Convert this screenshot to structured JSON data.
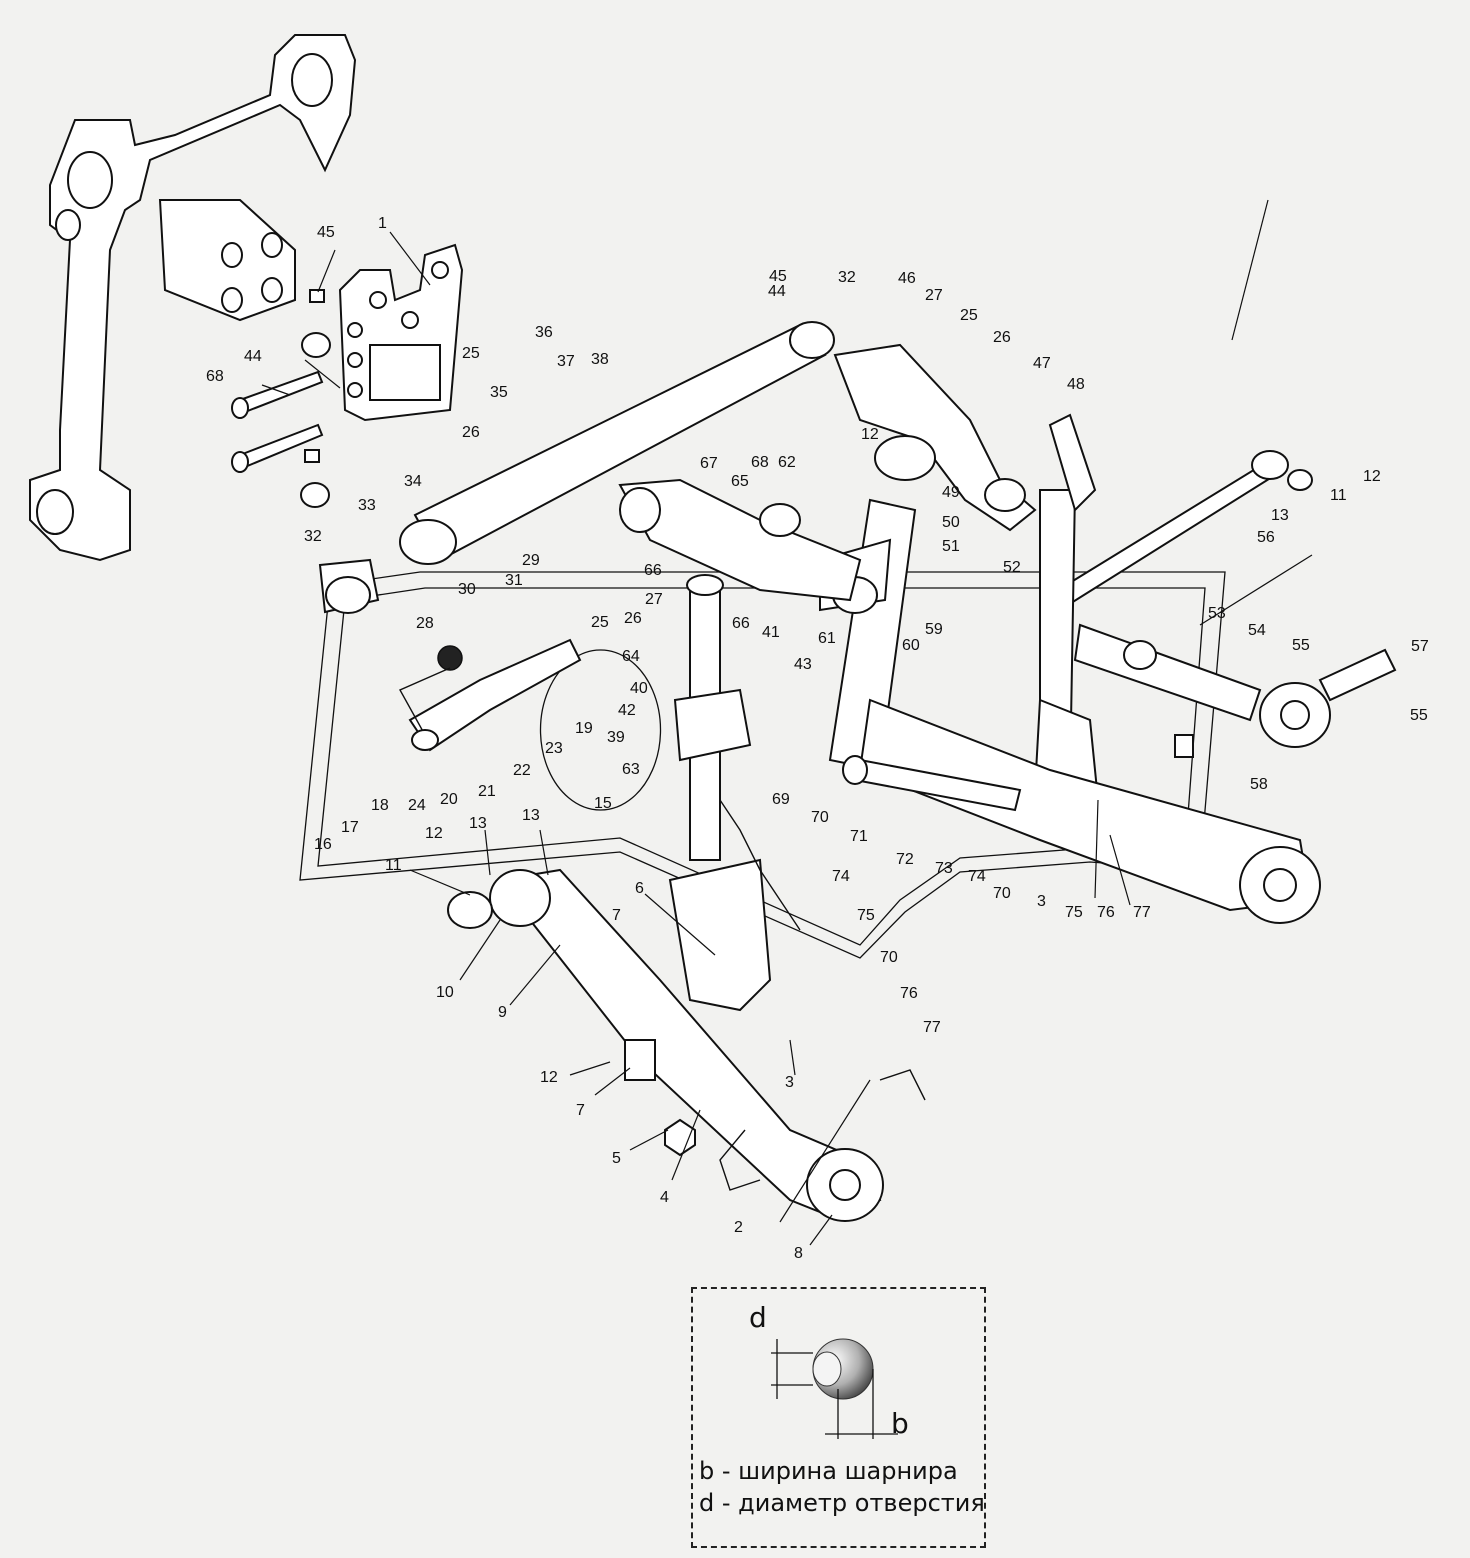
{
  "diagram": {
    "callouts": [
      {
        "id": "c1",
        "text": "1"
      },
      {
        "id": "c2",
        "text": "2"
      },
      {
        "id": "c3a",
        "text": "3"
      },
      {
        "id": "c3b",
        "text": "3"
      },
      {
        "id": "c4",
        "text": "4"
      },
      {
        "id": "c5",
        "text": "5"
      },
      {
        "id": "c6",
        "text": "6"
      },
      {
        "id": "c7a",
        "text": "7"
      },
      {
        "id": "c7b",
        "text": "7"
      },
      {
        "id": "c8",
        "text": "8"
      },
      {
        "id": "c9",
        "text": "9"
      },
      {
        "id": "c10",
        "text": "10"
      },
      {
        "id": "c11a",
        "text": "11"
      },
      {
        "id": "c11b",
        "text": "11"
      },
      {
        "id": "c12a",
        "text": "12"
      },
      {
        "id": "c12b",
        "text": "12"
      },
      {
        "id": "c12c",
        "text": "12"
      },
      {
        "id": "c12d",
        "text": "12"
      },
      {
        "id": "c13a",
        "text": "13"
      },
      {
        "id": "c13b",
        "text": "13"
      },
      {
        "id": "c13c",
        "text": "13"
      },
      {
        "id": "c15",
        "text": "15"
      },
      {
        "id": "c16",
        "text": "16"
      },
      {
        "id": "c17",
        "text": "17"
      },
      {
        "id": "c18",
        "text": "18"
      },
      {
        "id": "c19",
        "text": "19"
      },
      {
        "id": "c20",
        "text": "20"
      },
      {
        "id": "c21",
        "text": "21"
      },
      {
        "id": "c22",
        "text": "22"
      },
      {
        "id": "c23",
        "text": "23"
      },
      {
        "id": "c24",
        "text": "24"
      },
      {
        "id": "c25a",
        "text": "25"
      },
      {
        "id": "c25b",
        "text": "25"
      },
      {
        "id": "c25c",
        "text": "25"
      },
      {
        "id": "c26a",
        "text": "26"
      },
      {
        "id": "c26b",
        "text": "26"
      },
      {
        "id": "c26c",
        "text": "26"
      },
      {
        "id": "c27a",
        "text": "27"
      },
      {
        "id": "c27b",
        "text": "27"
      },
      {
        "id": "c28",
        "text": "28"
      },
      {
        "id": "c29",
        "text": "29"
      },
      {
        "id": "c30",
        "text": "30"
      },
      {
        "id": "c31",
        "text": "31"
      },
      {
        "id": "c32a",
        "text": "32"
      },
      {
        "id": "c32b",
        "text": "32"
      },
      {
        "id": "c33",
        "text": "33"
      },
      {
        "id": "c34",
        "text": "34"
      },
      {
        "id": "c35",
        "text": "35"
      },
      {
        "id": "c36",
        "text": "36"
      },
      {
        "id": "c37",
        "text": "37"
      },
      {
        "id": "c38",
        "text": "38"
      },
      {
        "id": "c39",
        "text": "39"
      },
      {
        "id": "c40",
        "text": "40"
      },
      {
        "id": "c41",
        "text": "41"
      },
      {
        "id": "c42",
        "text": "42"
      },
      {
        "id": "c43",
        "text": "43"
      },
      {
        "id": "c44a",
        "text": "44"
      },
      {
        "id": "c44b",
        "text": "44"
      },
      {
        "id": "c45a",
        "text": "45"
      },
      {
        "id": "c45b",
        "text": "45"
      },
      {
        "id": "c46",
        "text": "46"
      },
      {
        "id": "c47",
        "text": "47"
      },
      {
        "id": "c48",
        "text": "48"
      },
      {
        "id": "c49",
        "text": "49"
      },
      {
        "id": "c50",
        "text": "50"
      },
      {
        "id": "c51",
        "text": "51"
      },
      {
        "id": "c52",
        "text": "52"
      },
      {
        "id": "c53",
        "text": "53"
      },
      {
        "id": "c54",
        "text": "54"
      },
      {
        "id": "c55a",
        "text": "55"
      },
      {
        "id": "c55b",
        "text": "55"
      },
      {
        "id": "c56",
        "text": "56"
      },
      {
        "id": "c57",
        "text": "57"
      },
      {
        "id": "c58",
        "text": "58"
      },
      {
        "id": "c59",
        "text": "59"
      },
      {
        "id": "c60",
        "text": "60"
      },
      {
        "id": "c61",
        "text": "61"
      },
      {
        "id": "c62",
        "text": "62"
      },
      {
        "id": "c63",
        "text": "63"
      },
      {
        "id": "c64",
        "text": "64"
      },
      {
        "id": "c65",
        "text": "65"
      },
      {
        "id": "c66a",
        "text": "66"
      },
      {
        "id": "c66b",
        "text": "66"
      },
      {
        "id": "c67",
        "text": "67"
      },
      {
        "id": "c68a",
        "text": "68"
      },
      {
        "id": "c68b",
        "text": "68"
      },
      {
        "id": "c69",
        "text": "69"
      },
      {
        "id": "c70a",
        "text": "70"
      },
      {
        "id": "c70b",
        "text": "70"
      },
      {
        "id": "c70c",
        "text": "70"
      },
      {
        "id": "c71",
        "text": "71"
      },
      {
        "id": "c72",
        "text": "72"
      },
      {
        "id": "c73",
        "text": "73"
      },
      {
        "id": "c74a",
        "text": "74"
      },
      {
        "id": "c74b",
        "text": "74"
      },
      {
        "id": "c75a",
        "text": "75"
      },
      {
        "id": "c75b",
        "text": "75"
      },
      {
        "id": "c76a",
        "text": "76"
      },
      {
        "id": "c76b",
        "text": "76"
      },
      {
        "id": "c77a",
        "text": "77"
      },
      {
        "id": "c77b",
        "text": "77"
      }
    ]
  },
  "inset": {
    "dim_d": "d",
    "dim_b": "b",
    "legend": [
      "b -  ширина шарнира",
      "d - диаметр отверстия"
    ]
  },
  "colors": {
    "ink": "#111111",
    "background": "#f2f2f0"
  }
}
